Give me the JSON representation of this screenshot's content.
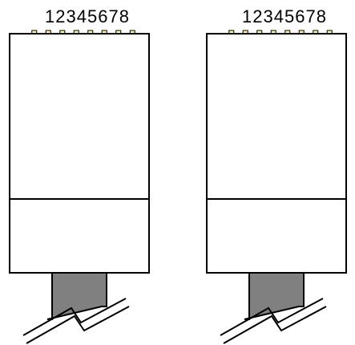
{
  "connectors": [
    {
      "pin_label": "12345678",
      "wires": [
        {
          "pin": 1,
          "base": "#ffffff",
          "stripe": "#ee7d16"
        },
        {
          "pin": 2,
          "base": "#ee7d16",
          "stripe": null
        },
        {
          "pin": 3,
          "base": "#ffffff",
          "stripe": "#1b8a1f"
        },
        {
          "pin": 4,
          "base": "#1036d8",
          "stripe": null
        },
        {
          "pin": 5,
          "base": "#ffffff",
          "stripe": "#1036d8"
        },
        {
          "pin": 6,
          "base": "#1b8a1f",
          "stripe": null
        },
        {
          "pin": 7,
          "base": "#ffffff",
          "stripe": "#8b4513"
        },
        {
          "pin": 8,
          "base": "#8b4513",
          "stripe": null
        }
      ]
    },
    {
      "pin_label": "12345678",
      "wires": [
        {
          "pin": 1,
          "base": "#ffffff",
          "stripe": "#1b8a1f"
        },
        {
          "pin": 2,
          "base": "#1b8a1f",
          "stripe": null
        },
        {
          "pin": 3,
          "base": "#ffffff",
          "stripe": "#ee7d16"
        },
        {
          "pin": 4,
          "base": "#1036d8",
          "stripe": null
        },
        {
          "pin": 5,
          "base": "#ffffff",
          "stripe": "#1036d8"
        },
        {
          "pin": 6,
          "base": "#ee7d16",
          "stripe": null
        },
        {
          "pin": 7,
          "base": "#ffffff",
          "stripe": "#8b4513"
        },
        {
          "pin": 8,
          "base": "#8b4513",
          "stripe": null
        }
      ]
    }
  ],
  "colors": {
    "contact": "#fff8a8",
    "outline": "#000000",
    "cable": "#808080",
    "body": "#ffffff"
  }
}
